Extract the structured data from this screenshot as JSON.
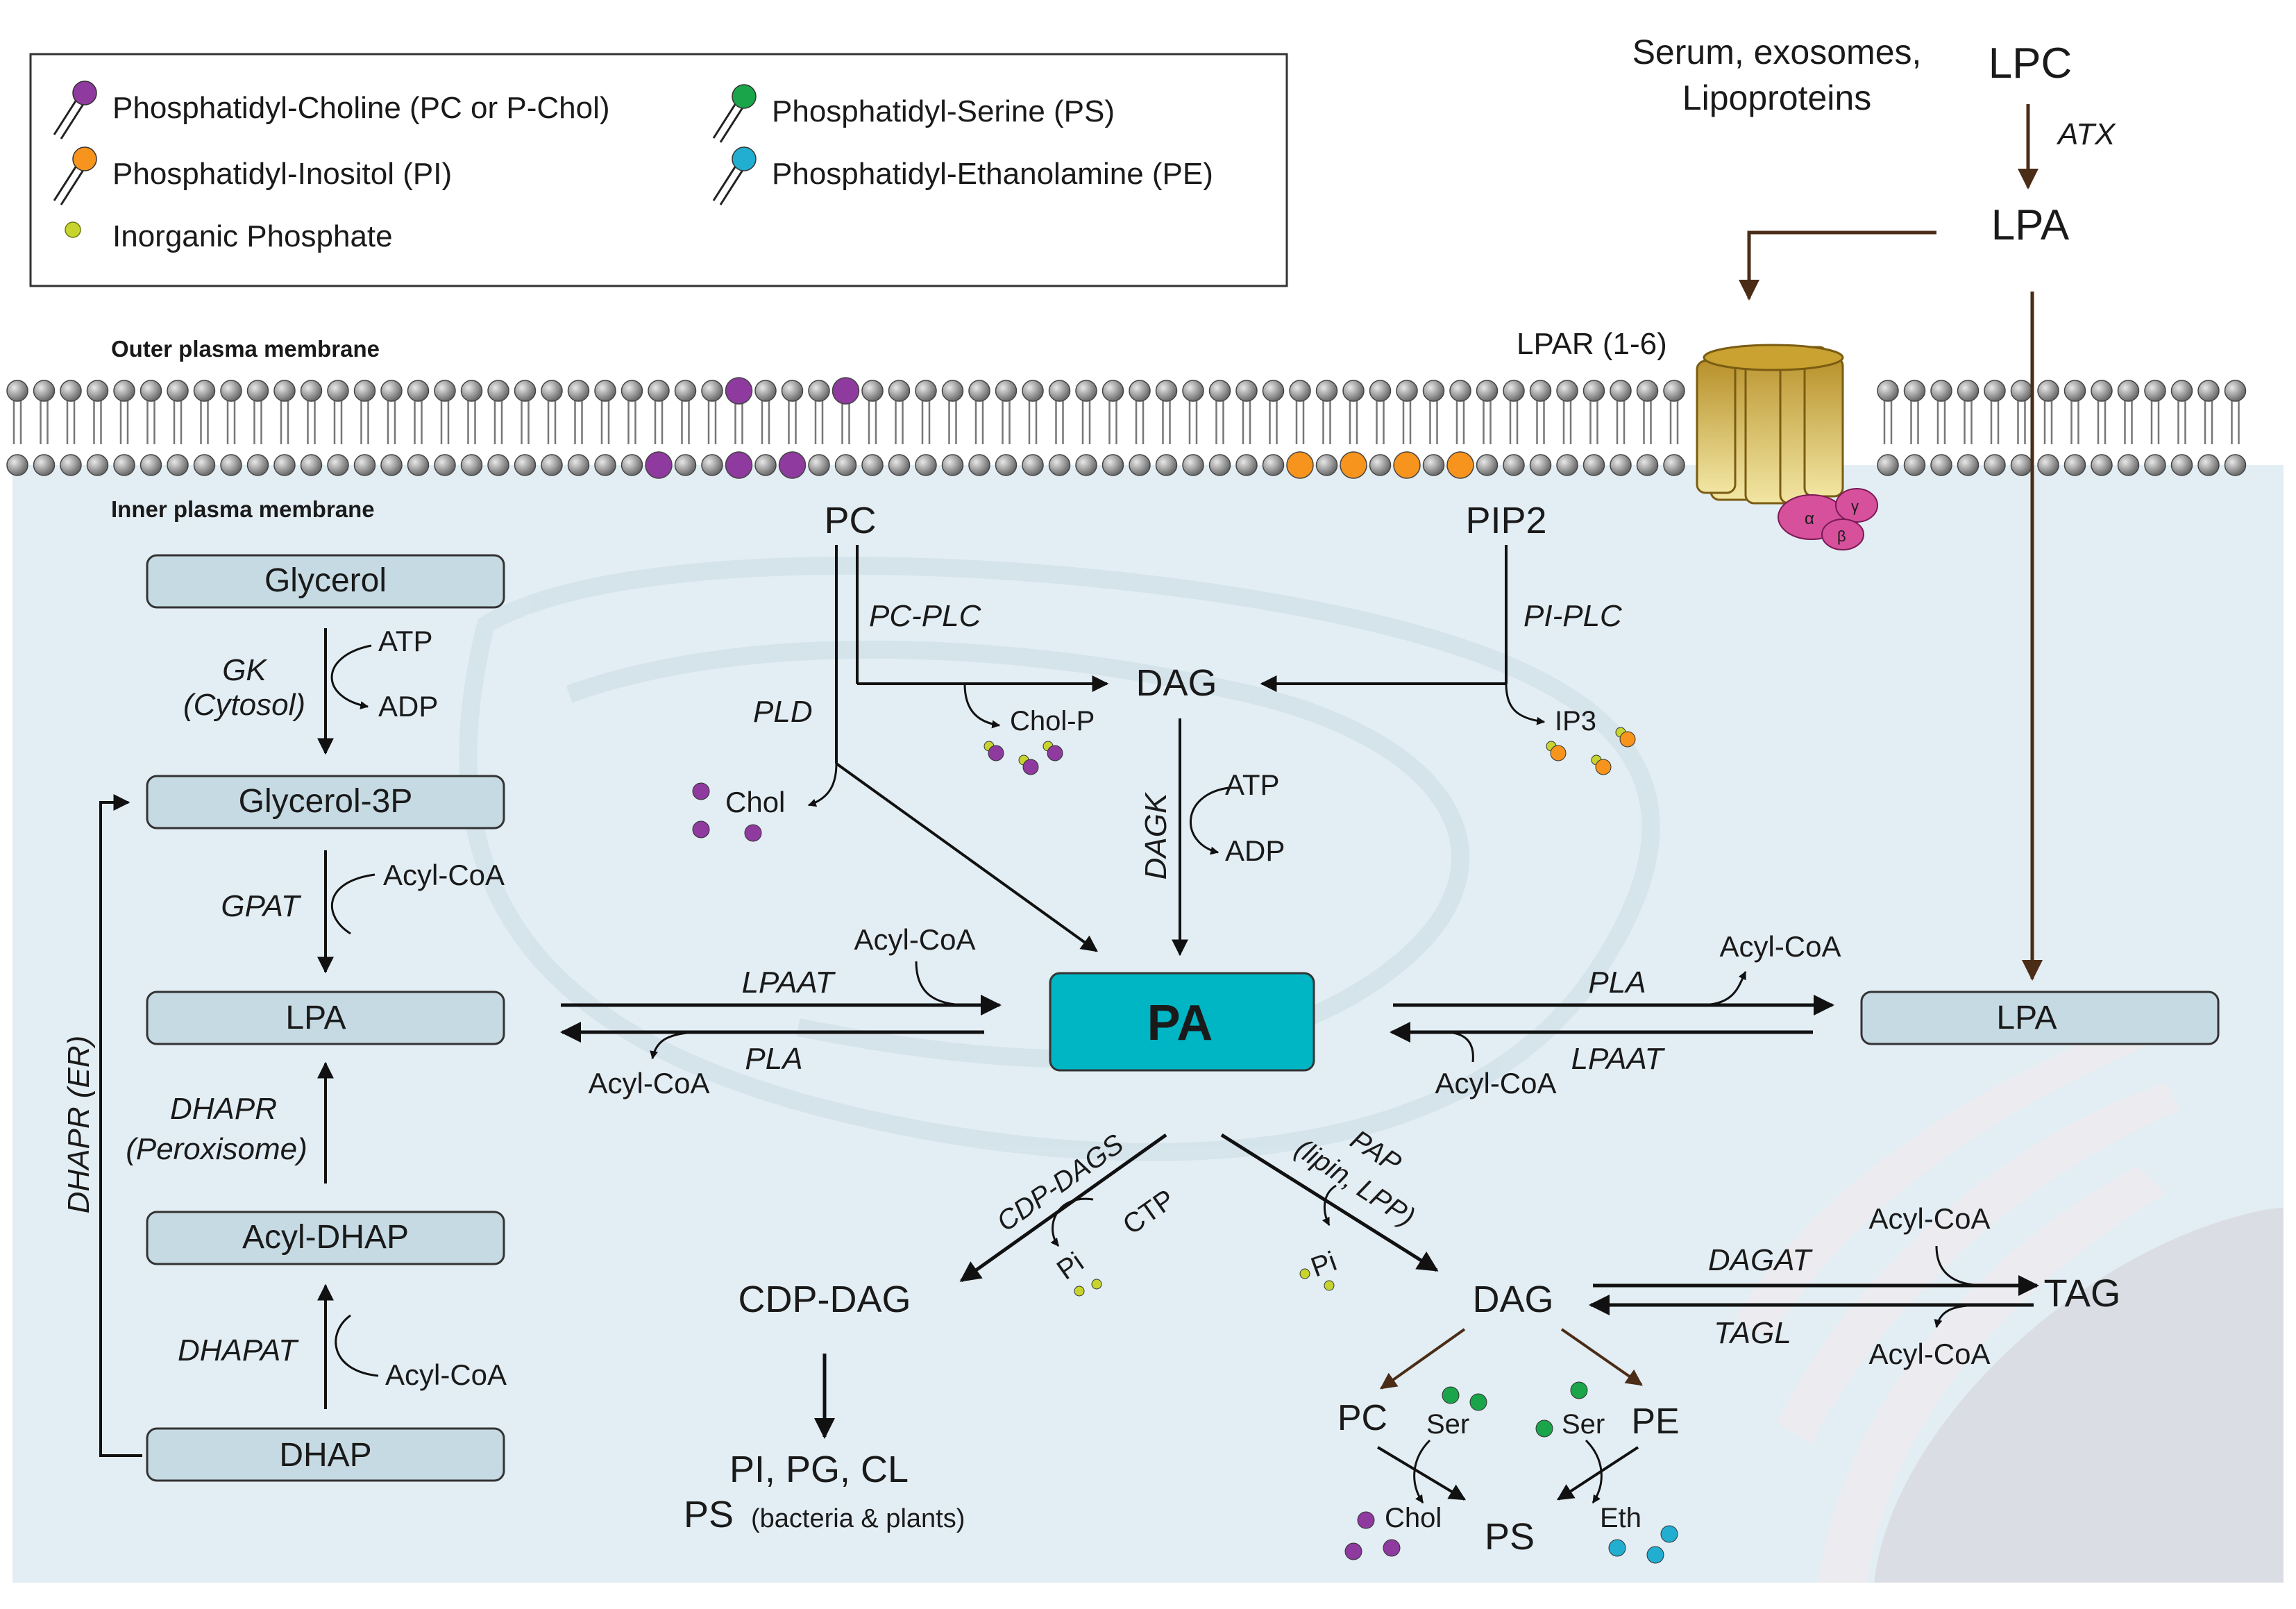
{
  "legend": {
    "items": [
      {
        "label": "Phosphatidyl-Choline (PC or P-Chol)",
        "color": "#8e3a9e"
      },
      {
        "label": "Phosphatidyl-Inositol (PI)",
        "color": "#f7941d"
      },
      {
        "label": "Inorganic Phosphate",
        "color": "#c8d42e"
      },
      {
        "label": "Phosphatidyl-Serine (PS)",
        "color": "#1aa54b"
      },
      {
        "label": "Phosphatidyl-Ethanolamine (PE)",
        "color": "#22aed1"
      }
    ]
  },
  "membrane": {
    "outer_label": "Outer plasma membrane",
    "inner_label": "Inner plasma membrane",
    "receptor_label": "LPAR (1-6)",
    "g_alpha": "α",
    "g_beta": "β",
    "g_gamma": "γ"
  },
  "extracellular": {
    "source": [
      "Serum, exosomes,",
      "Lipoproteins"
    ],
    "lpc": "LPC",
    "atx": "ATX",
    "lpa": "LPA"
  },
  "left_pathway": {
    "glycerol": "Glycerol",
    "gk": [
      "GK",
      "(Cytosol)"
    ],
    "atp": "ATP",
    "adp": "ADP",
    "glycerol3p": "Glycerol-3P",
    "gpat": "GPAT",
    "acyl_coa": "Acyl-CoA",
    "lpa": "LPA",
    "dhapr_per": [
      "DHAPR",
      "(Peroxisome)"
    ],
    "dhapr_er": "DHAPR (ER)",
    "acyl_dhap": "Acyl-DHAP",
    "dhapat": "DHAPAT",
    "dhap": "DHAP"
  },
  "center": {
    "pc": "PC",
    "pip2": "PIP2",
    "pc_plc": "PC-PLC",
    "pi_plc": "PI-PLC",
    "pld": "PLD",
    "dag": "DAG",
    "chol_p": "Chol-P",
    "ip3": "IP3",
    "chol": "Chol",
    "dagk": "DAGK",
    "atp": "ATP",
    "adp": "ADP",
    "pa": "PA",
    "lpaat": "LPAAT",
    "pla": "PLA",
    "acyl_coa": "Acyl-CoA"
  },
  "right": {
    "pla": "PLA",
    "lpaat": "LPAAT",
    "acyl_coa": "Acyl-CoA",
    "lpa": "LPA"
  },
  "lower": {
    "cdp_dags": "CDP-DAGS",
    "ctp": "CTP",
    "pi": "Pi",
    "pap": [
      "PAP",
      "(lipin, LPP)"
    ],
    "cdp_dag": "CDP-DAG",
    "dag": "DAG",
    "dagat": "DAGAT",
    "tagl": "TAGL",
    "tag": "TAG",
    "acyl_coa": "Acyl-CoA",
    "products": "PI, PG, CL",
    "ps": "PS",
    "ps_note": "(bacteria & plants)",
    "pc": "PC",
    "pe": "PE",
    "ser": "Ser",
    "chol": "Chol",
    "eth": "Eth",
    "ps_center": "PS"
  }
}
